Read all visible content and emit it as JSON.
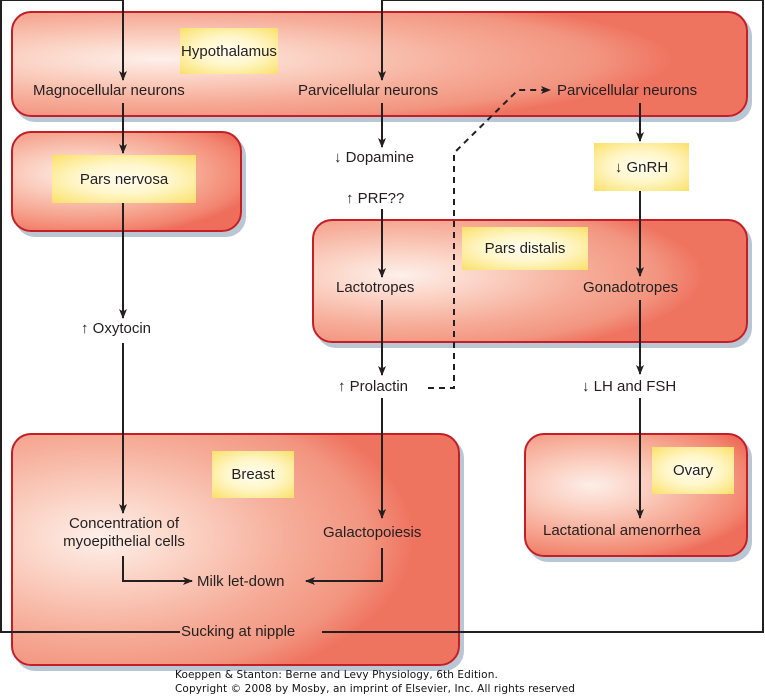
{
  "diagram": {
    "regions": {
      "hypothalamus": "Hypothalamus",
      "pars_nervosa": "Pars nervosa",
      "pars_distalis": "Pars distalis",
      "breast": "Breast",
      "ovary": "Ovary"
    },
    "nodes": {
      "magnocellular": "Magnocellular neurons",
      "parvicellular_1": "Parvicellular neurons",
      "parvicellular_2": "Parvicellular neurons",
      "dopamine": "↓ Dopamine",
      "prf": "↑ PRF??",
      "gnrh": "↓ GnRH",
      "lactotropes": "Lactotropes",
      "gonadotropes": "Gonadotropes",
      "oxytocin": "↑ Oxytocin",
      "prolactin": "↑ Prolactin",
      "lh_fsh": "↓ LH and FSH",
      "contraction_line1": "Concentration of",
      "contraction_line2": "myoepithelial cells",
      "galactopoiesis": "Galactopoiesis",
      "milk_letdown": "Milk let-down",
      "lactational_amenorrhea": "Lactational amenorrhea",
      "sucking": "Sucking at nipple"
    },
    "edges": [
      {
        "from": "sucking",
        "to": "magnocellular",
        "style": "solid"
      },
      {
        "from": "sucking",
        "to": "parvicellular_1",
        "style": "solid"
      },
      {
        "from": "magnocellular",
        "to": "pars_nervosa",
        "style": "solid"
      },
      {
        "from": "pars_nervosa",
        "to": "oxytocin",
        "style": "solid"
      },
      {
        "from": "oxytocin",
        "to": "contraction",
        "style": "solid"
      },
      {
        "from": "contraction",
        "to": "milk_letdown",
        "style": "solid"
      },
      {
        "from": "parvicellular_1",
        "to": "dopamine",
        "style": "solid"
      },
      {
        "from": "prf",
        "to": "lactotropes",
        "style": "solid"
      },
      {
        "from": "lactotropes",
        "to": "prolactin",
        "style": "solid"
      },
      {
        "from": "prolactin",
        "to": "galactopoiesis",
        "style": "solid"
      },
      {
        "from": "galactopoiesis",
        "to": "milk_letdown",
        "style": "solid"
      },
      {
        "from": "prolactin",
        "to": "parvicellular_2",
        "style": "dashed"
      },
      {
        "from": "parvicellular_2",
        "to": "gnrh",
        "style": "solid"
      },
      {
        "from": "gnrh",
        "to": "gonadotropes",
        "style": "solid"
      },
      {
        "from": "gonadotropes",
        "to": "lh_fsh",
        "style": "solid"
      },
      {
        "from": "lh_fsh",
        "to": "lactational_amenorrhea",
        "style": "solid"
      }
    ]
  },
  "footer": {
    "line1": "Koeppen & Stanton: Berne and Levy Physiology, 6th Edition.",
    "line2": "Copyright © 2008 by Mosby, an imprint of Elsevier, Inc. All rights reserved"
  },
  "colors": {
    "box_border": "#c41e26",
    "box_fill": "#f29580",
    "label_fill": "#f9de5e",
    "line": "#231f20"
  }
}
